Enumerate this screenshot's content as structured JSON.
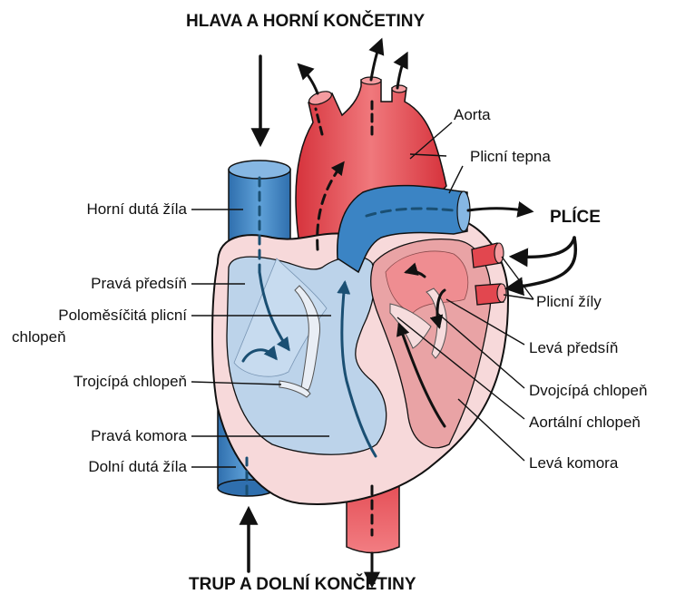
{
  "headings": {
    "top": "HLAVA A HORNÍ KONČETINY",
    "bottom": "TRUP A DOLNÍ KONČETINY",
    "lungs": "PLÍCE"
  },
  "labels": {
    "aorta": "Aorta",
    "pulmonary_artery": "Plicní tepna",
    "superior_vena_cava": "Horní dutá žíla",
    "right_atrium": "Pravá předsíň",
    "pulmonary_valve_1": "Poloměsíčitá plicní",
    "pulmonary_valve_2": "chlopeň",
    "tricuspid_valve": "Trojcípá chlopeň",
    "right_ventricle": "Pravá komora",
    "inferior_vena_cava": "Dolní dutá žíla",
    "pulmonary_veins": "Plicní žíly",
    "left_atrium": "Levá předsíň",
    "mitral_valve": "Dvojcípá chlopeň",
    "aortic_valve": "Aortální chlopeň",
    "left_ventricle": "Levá komora"
  },
  "colors": {
    "oxygenated": "#e2474f",
    "deoxygenated": "#3b84c4",
    "wall_light": "#f7d9da",
    "right_chamber": "#bcd3ea",
    "left_chamber": "#e9a3a5",
    "outline": "#111111",
    "flow_arrow": "#1a4f73"
  },
  "icons": {
    "flow": "flow-arrow-icon",
    "inflow": "inflow-arrow-icon",
    "outflow": "outflow-arrow-icon"
  }
}
